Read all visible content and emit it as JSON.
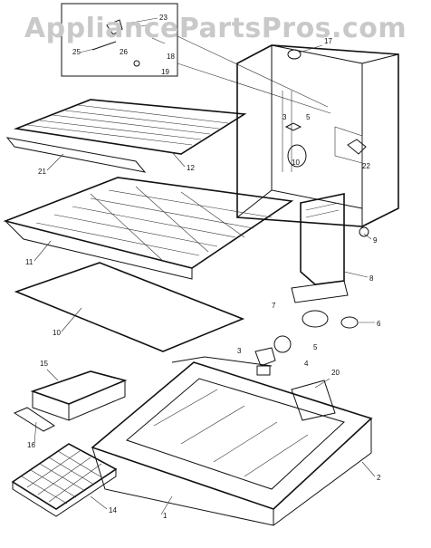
{
  "watermark": "AppliancePartsPros.com",
  "callouts": [
    "23",
    "25",
    "26",
    "18",
    "19",
    "17",
    "21",
    "12",
    "11",
    "10",
    "9",
    "8",
    "7",
    "6",
    "5",
    "4",
    "3",
    "15",
    "16",
    "20",
    "2",
    "1",
    "14",
    "22",
    "10",
    "3",
    "5"
  ]
}
